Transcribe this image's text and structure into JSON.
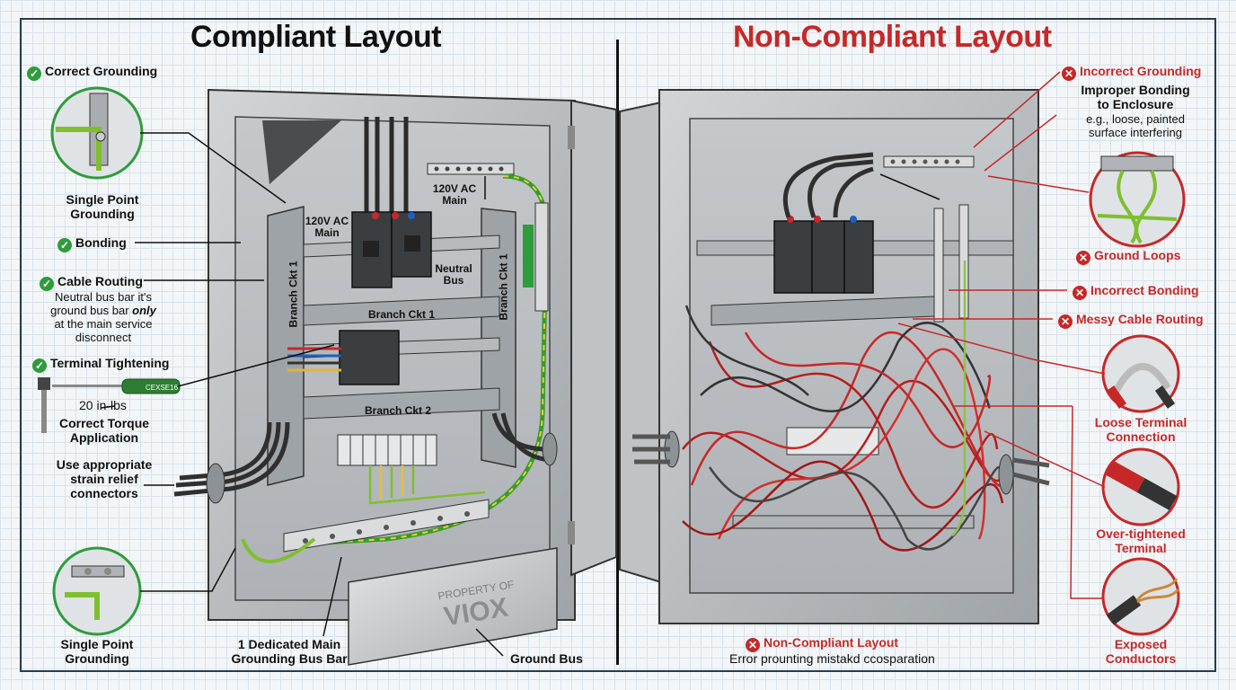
{
  "titles": {
    "left": "Compliant Layout",
    "right": "Non-Compliant Layout"
  },
  "left_callouts": {
    "correct_grounding": "Correct Grounding",
    "single_point_grounding_top": "Single Point\nGrounding",
    "bonding": "Bonding",
    "cable_routing": "Cable Routing",
    "cable_routing_note_1": "Neutral bus bar it's",
    "cable_routing_note_2a": "ground bus bar ",
    "cable_routing_note_2b": "only",
    "cable_routing_note_3": "at the main service",
    "cable_routing_note_4": "disconnect",
    "terminal_tightening": "Terminal Tightening",
    "torque_value": "20 in-lbs",
    "correct_torque_1": "Correct Torque",
    "correct_torque_2": "Application",
    "strain_relief_1": "Use appropriate",
    "strain_relief_2": "strain relief",
    "strain_relief_3": "connectors",
    "single_point_grounding_bottom_1": "Single Point",
    "single_point_grounding_bottom_2": "Grounding",
    "dedicated_bus_1": "1 Dedicated Main",
    "dedicated_bus_2": "Grounding Bus Bar",
    "ground_bus": "Ground Bus"
  },
  "left_panel": {
    "ac_main_1": "120V AC",
    "ac_main_1b": "Main",
    "ac_main_2": "120V AC",
    "ac_main_2b": "Main",
    "neutral_bus_1": "Neutral",
    "neutral_bus_2": "Bus",
    "branch_ckt_1": "Branch Ckt 1",
    "branch_ckt_2": "Branch Ckt 2",
    "branch_ckt_1_vertical_left": "Branch Ckt 1",
    "branch_ckt_1_vertical_right": "Branch Ckt 1",
    "screwdriver_label": "CEXSE16",
    "plate_line_1": "PROPERTY OF",
    "plate_line_2": "VIOX"
  },
  "right_callouts": {
    "incorrect_grounding": "Incorrect Grounding",
    "improper_bonding_1": "Improper Bonding",
    "improper_bonding_2": "to Enclosure",
    "improper_bonding_note_1": "e.g., loose, painted",
    "improper_bonding_note_2": "surface interfering",
    "ground_loops": "Ground Loops",
    "incorrect_bonding": "Incorrect Bonding",
    "messy_cable_routing": "Messy Cable Routing",
    "loose_terminal_1": "Loose Terminal",
    "loose_terminal_2": "Connection",
    "over_tightened_1": "Over-tightened",
    "over_tightened_2": "Terminal",
    "exposed_1": "Exposed",
    "exposed_2": "Conductors",
    "footer_title": "Non-Compliant Layout",
    "footer_note": "Error prounting mistakd ccosparation"
  },
  "colors": {
    "ok_green": "#2e9c3a",
    "error_red": "#c62828",
    "ground_wire": "#7fbf2e",
    "enclosure": "#b8bcbf"
  }
}
